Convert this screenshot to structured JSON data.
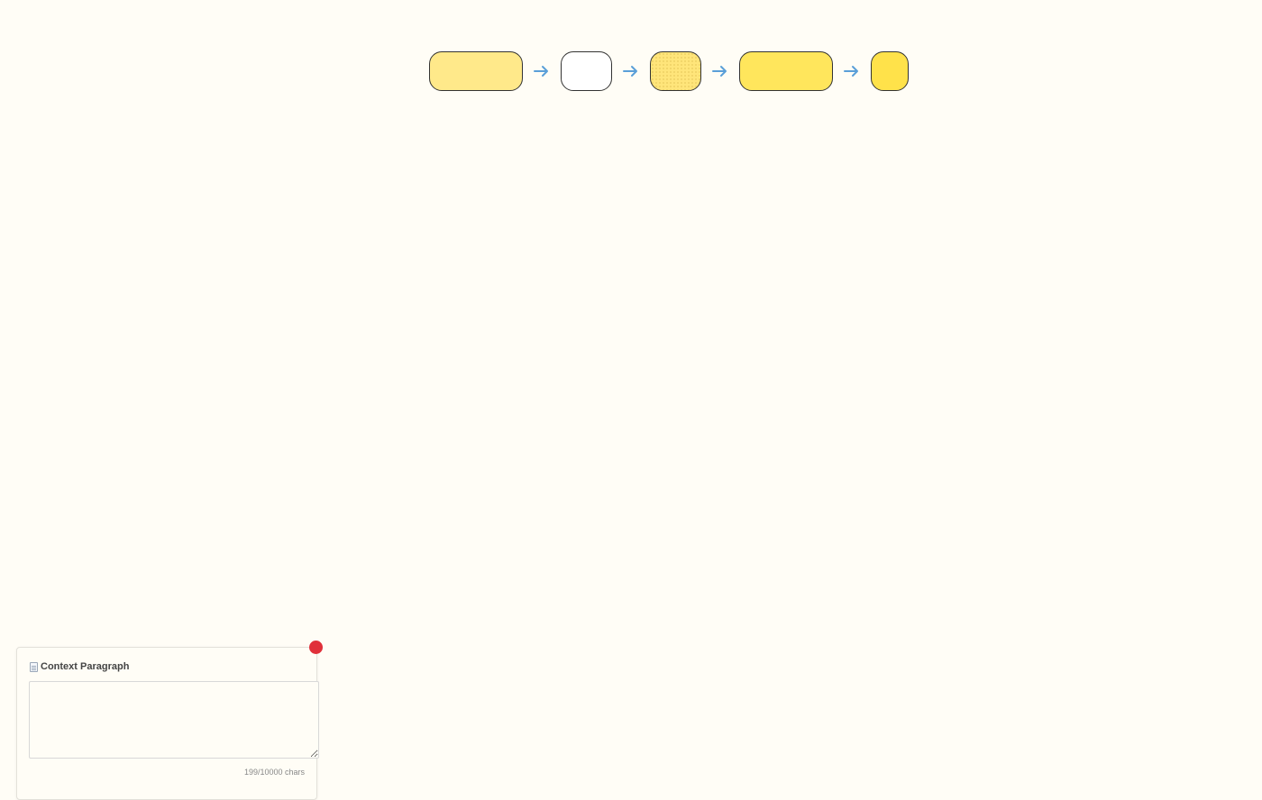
{
  "pipeline": {
    "steps": [
      {
        "fill": "#ffe98a",
        "style": "solid"
      },
      {
        "fill": "#ffffff",
        "style": "solid"
      },
      {
        "fill": "#ffe57a",
        "style": "dotted"
      },
      {
        "fill": "#ffe65c",
        "style": "solid"
      },
      {
        "fill": "#ffe24a",
        "style": "solid"
      }
    ],
    "arrow_color": "#5a9fd8"
  },
  "context_panel": {
    "title": "Context Paragraph",
    "title_icon": "document-icon",
    "text_value": "",
    "char_count": "199/10000 chars",
    "close_color": "#e0303a"
  }
}
